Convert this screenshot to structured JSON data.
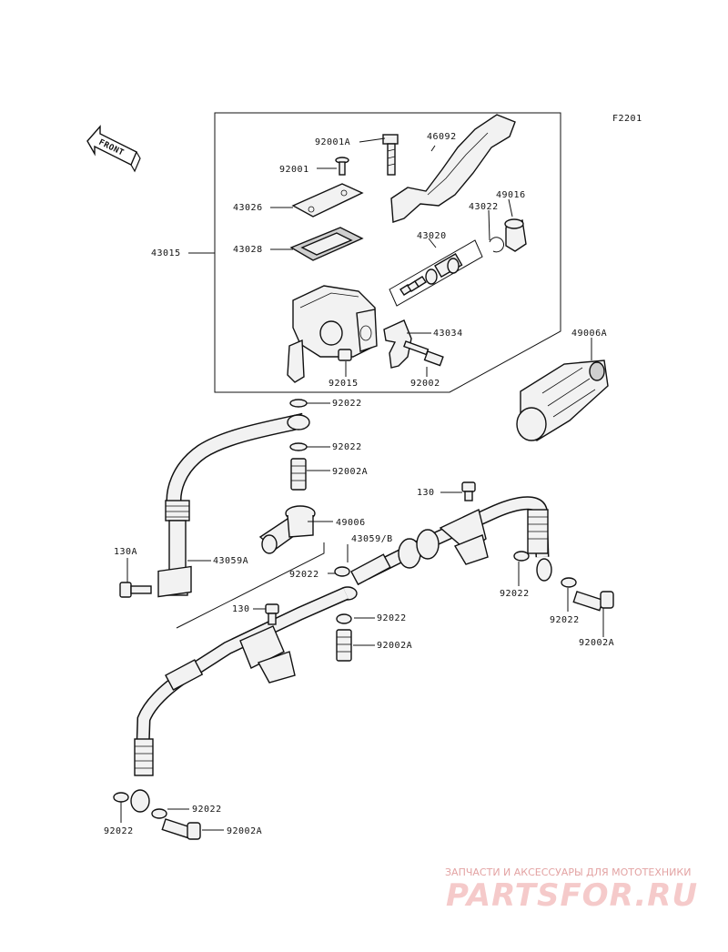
{
  "figure_code": "F2201",
  "front_label": "FRONT",
  "labels": {
    "l_92001A": "92001A",
    "l_46092": "46092",
    "l_92001": "92001",
    "l_43026": "43026",
    "l_43022": "43022",
    "l_49016": "49016",
    "l_43015": "43015",
    "l_43028": "43028",
    "l_43020": "43020",
    "l_43034": "43034",
    "l_49006A": "49006A",
    "l_92015": "92015",
    "l_92002": "92002",
    "l_92022_a": "92022",
    "l_92022_b": "92022",
    "l_92002A_a": "92002A",
    "l_130_a": "130",
    "l_49006": "49006",
    "l_130A": "130A",
    "l_43059B": "43059/B",
    "l_43059A": "43059A",
    "l_92022_c": "92022",
    "l_92022_d": "92022",
    "l_130_b": "130",
    "l_92022_e": "92022",
    "l_92002A_b": "92002A",
    "l_92022_f": "92022",
    "l_92002A_c": "92002A",
    "l_92022_g": "92022",
    "l_92022_h": "92022",
    "l_92002A_d": "92002A"
  },
  "watermark": {
    "top": "ЗАПЧАСТИ И АКСЕССУАРЫ ДЛЯ МОТОТЕХНИКИ",
    "brand": "PARTSFOR.RU"
  },
  "colors": {
    "line": "#111111",
    "watermark": "#e3a3a3"
  }
}
